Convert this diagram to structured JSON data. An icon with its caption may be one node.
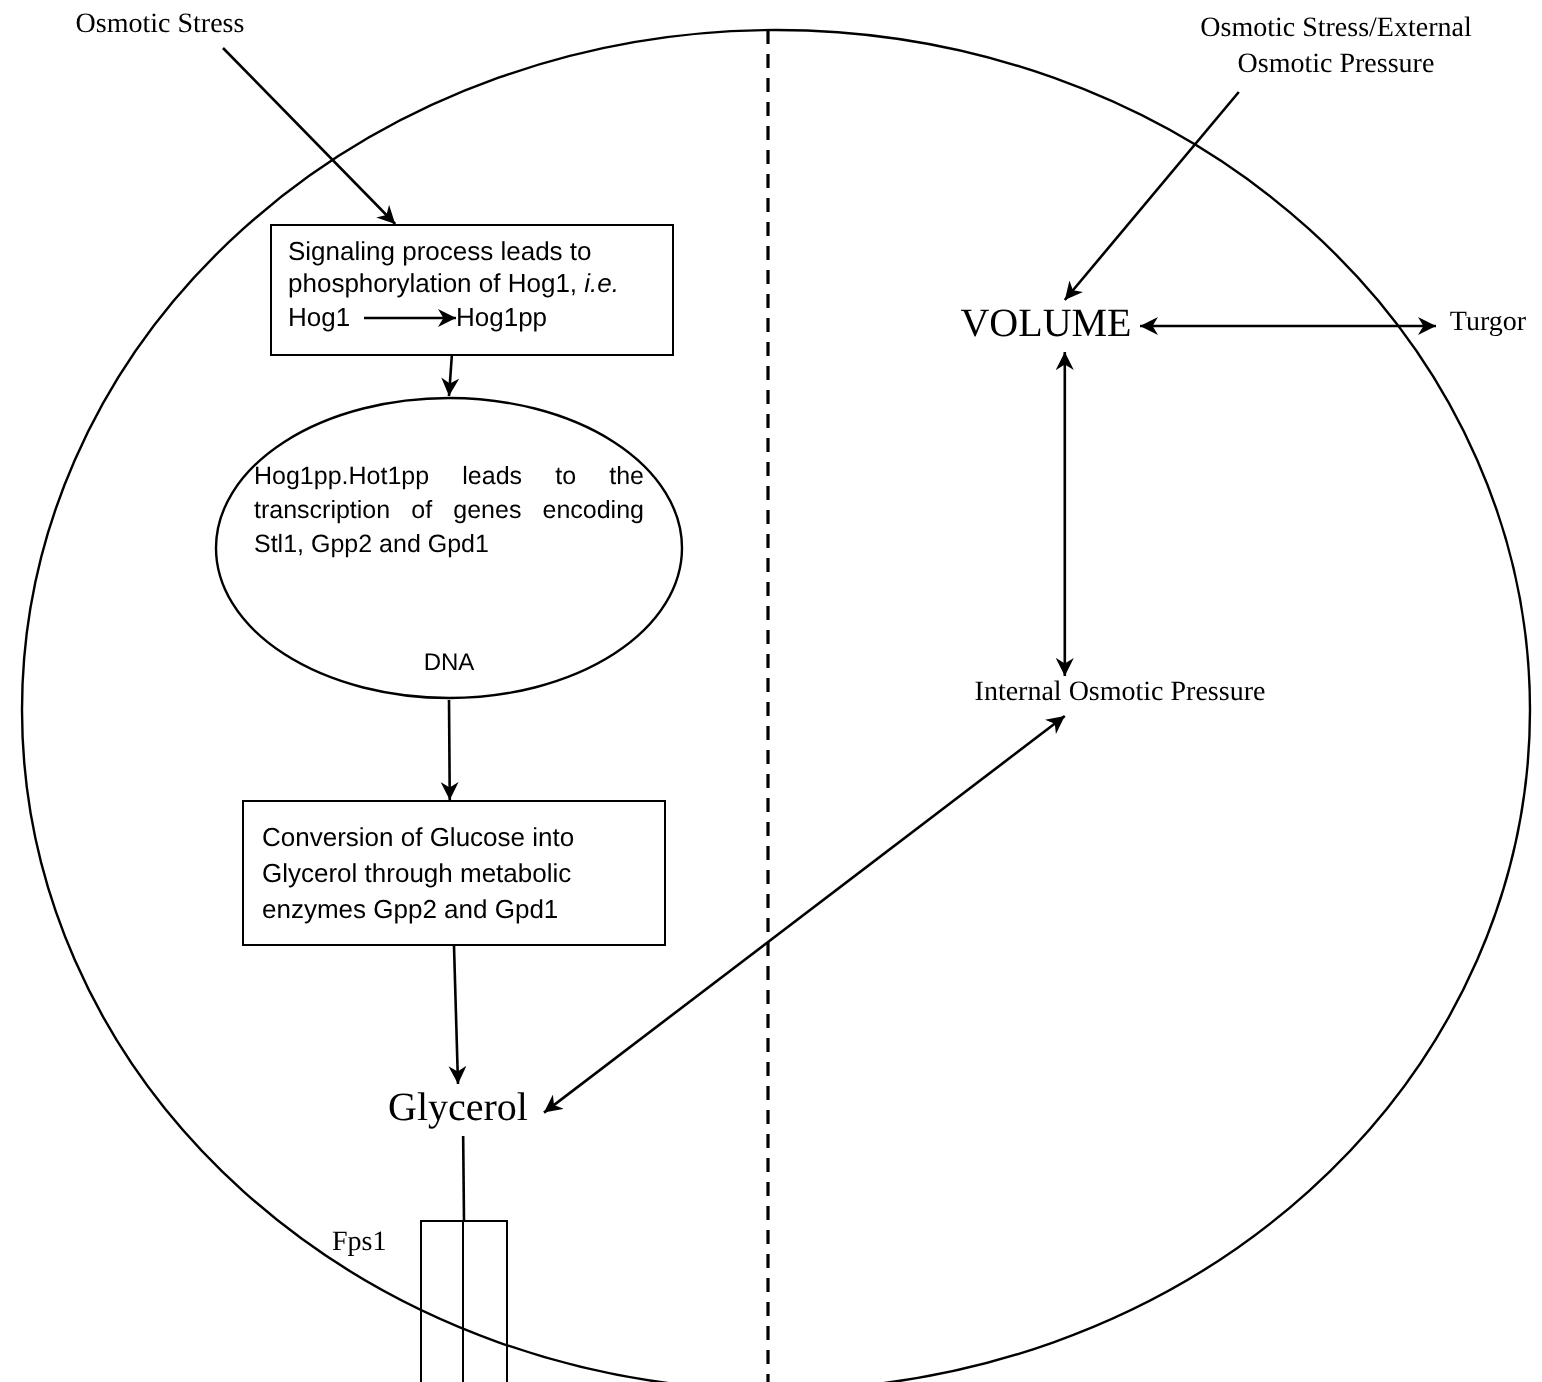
{
  "diagram": {
    "nodes": [
      {
        "text": [
          "Osmotic Stress"
        ]
      },
      {
        "text": [
          "Signaling process leads to phosphorylation of Hog1, *i.e.*"
        ]
      },
      {
        "text": [
          "Hog1"
        ],
        "in": 1
      },
      {
        "text": [
          "Hog1pp"
        ],
        "in": 1
      },
      {
        "text": [
          "Hog1pp.Hot1pp leads to the transcription of genes encoding Stl1, Gpp2 and Gpd1",
          "DNA"
        ]
      },
      {
        "text": [
          "Conversion of Glucose into Glycerol through metabolic enzymes Gpp2 and Gpd1"
        ]
      },
      {
        "text": [
          "Glycerol"
        ]
      },
      {
        "text": [
          "Osmotic Stress/External Osmotic Pressure"
        ]
      },
      {
        "text": [
          "VOLUME"
        ]
      },
      {
        "text": [
          "Turgor"
        ]
      },
      {
        "text": [
          "Internal Osmotic Pressure"
        ]
      },
      {
        "text": [
          "Fps1"
        ]
      }
    ],
    "edges": [
      {
        "from": 0,
        "to": 1,
        "arrow": "to"
      },
      {
        "from": 1,
        "to": 4,
        "arrow": "to"
      },
      {
        "from": 2,
        "to": 3,
        "arrow": "to"
      },
      {
        "from": 4,
        "to": 5,
        "arrow": "to"
      },
      {
        "from": 5,
        "to": 6,
        "arrow": "to"
      },
      {
        "from": 7,
        "to": 8,
        "arrow": "to"
      },
      {
        "from": 8,
        "to": 9,
        "arrow": "both"
      },
      {
        "from": 8,
        "to": 10,
        "arrow": "both"
      },
      {
        "from": 6,
        "to": 10,
        "arrow": "both"
      },
      {
        "from": 6,
        "to": 11,
        "arrow": "none"
      }
    ]
  }
}
